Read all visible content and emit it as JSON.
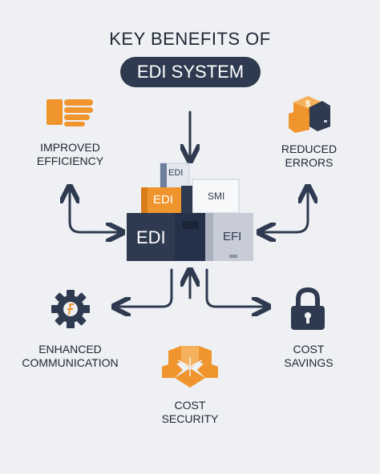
{
  "header": {
    "title": "KEY BENEFITS OF",
    "pill": "EDI SYSTEM"
  },
  "center": {
    "box_main": "EDI",
    "box_orange": "EDI",
    "box_top": "EDI",
    "box_smi": "SMI",
    "box_efi": "EFI"
  },
  "benefits": {
    "improved_efficiency": [
      "IMPROVED",
      "EFFICIENCY"
    ],
    "reduced_errors": [
      "REDUCED",
      "ERRORS"
    ],
    "enhanced_communication": [
      "ENHANCED",
      "COMMUNICATION"
    ],
    "cost_savings": [
      "COST",
      "SAVINGS"
    ],
    "cost_security": [
      "COST",
      "SECURITY"
    ]
  },
  "colors": {
    "navy": "#2e3a4f",
    "dark_navy": "#243149",
    "orange": "#f0952e",
    "light_gray": "#c7ccd6",
    "background": "#eef0f4"
  },
  "icons": {
    "improved_efficiency": "hand-icon",
    "reduced_errors": "boxes-dollar-icon",
    "enhanced_communication": "gear-icon",
    "cost_savings": "padlock-icon",
    "cost_security": "cube-network-icon"
  }
}
